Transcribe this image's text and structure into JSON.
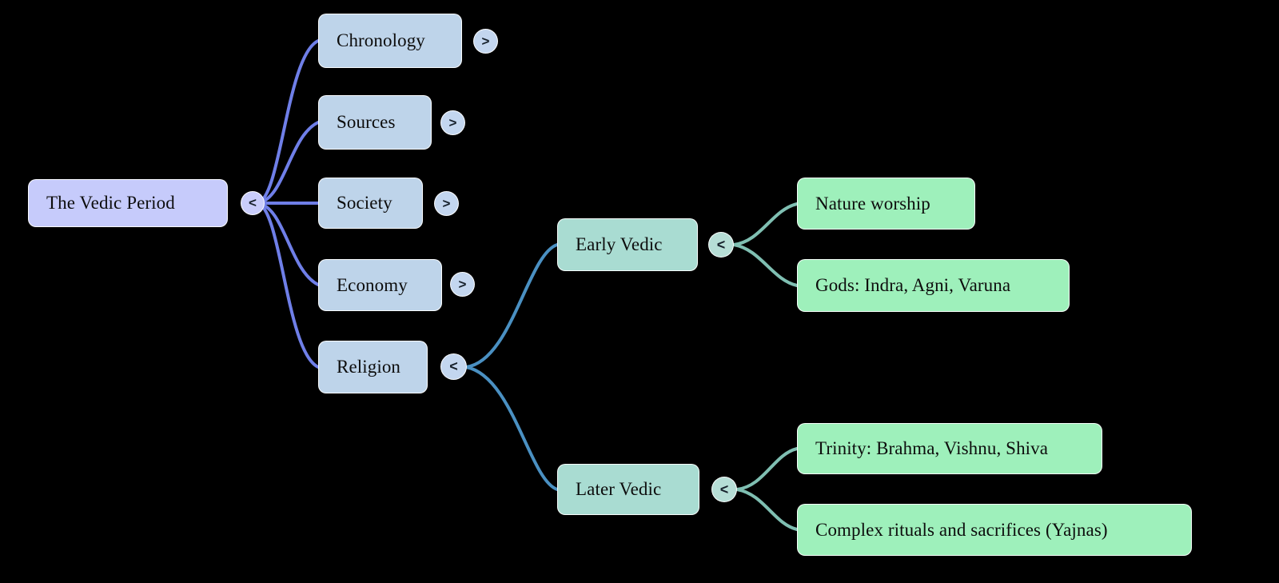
{
  "diagram": {
    "type": "mindmap",
    "title": "The Vedic Period",
    "background": "#000000",
    "palette": {
      "root_fill": "#c6cbfb",
      "level1_fill": "#bed4ea",
      "level2_fill": "#a9dcd2",
      "leaf_fill": "#9ef0bb",
      "root_edge_stroke": "#6f7fe8",
      "branch_edge_stroke": "#4a90c2",
      "leaf_edge_stroke": "#7fbfb2",
      "node_border": "#ffffff",
      "text_color": "#0d0d0d"
    },
    "toggle_glyphs": {
      "collapse": "<",
      "expand": ">"
    },
    "root": {
      "label": "The Vedic Period",
      "toggle": "<",
      "toggle_state": "expanded"
    },
    "branches": [
      {
        "label": "Chronology",
        "toggle": ">",
        "toggle_state": "collapsed",
        "children": []
      },
      {
        "label": "Sources",
        "toggle": ">",
        "toggle_state": "collapsed",
        "children": []
      },
      {
        "label": "Society",
        "toggle": ">",
        "toggle_state": "collapsed",
        "children": []
      },
      {
        "label": "Economy",
        "toggle": ">",
        "toggle_state": "collapsed",
        "children": []
      },
      {
        "label": "Religion",
        "toggle": "<",
        "toggle_state": "expanded",
        "children": [
          {
            "label": "Early Vedic",
            "toggle": "<",
            "toggle_state": "expanded",
            "children": [
              {
                "label": "Nature worship"
              },
              {
                "label": "Gods: Indra, Agni, Varuna"
              }
            ]
          },
          {
            "label": "Later Vedic",
            "toggle": "<",
            "toggle_state": "expanded",
            "children": [
              {
                "label": "Trinity: Brahma, Vishnu, Shiva"
              },
              {
                "label": "Complex rituals and sacrifices (Yajnas)"
              }
            ]
          }
        ]
      }
    ]
  }
}
